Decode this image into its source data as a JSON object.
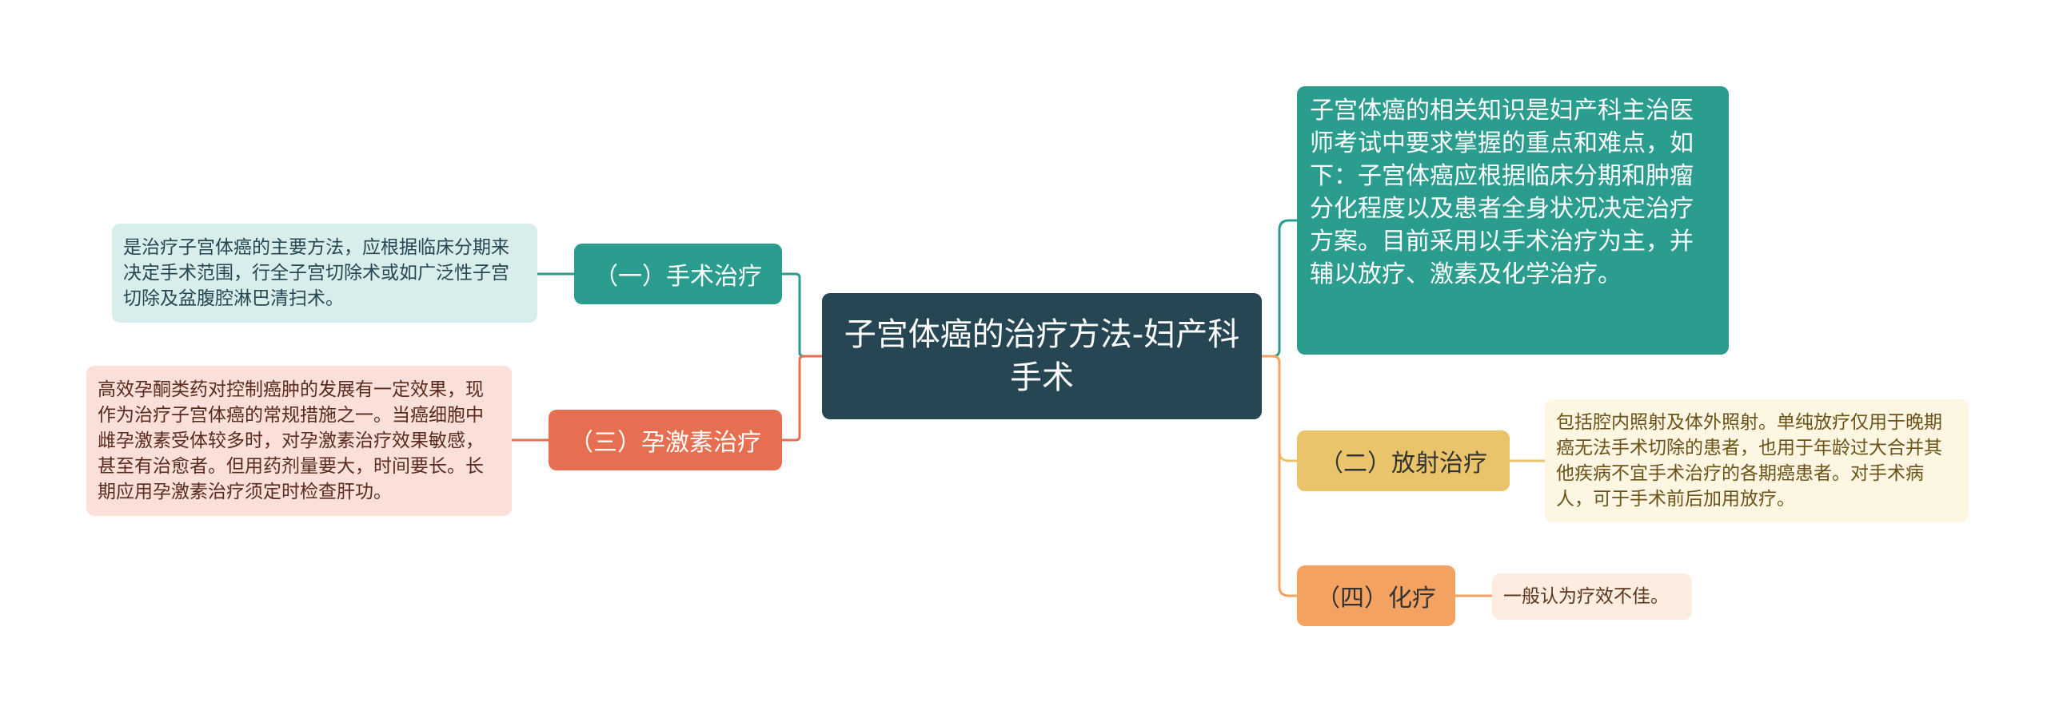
{
  "diagram": {
    "center": {
      "title": "子宫体癌的治疗方法-妇产科手术"
    },
    "intro": {
      "text": "子宫体癌的相关知识是妇产科主治医师考试中要求掌握的重点和难点，如下：子宫体癌应根据临床分期和肿瘤分化程度以及患者全身状况决定治疗方案。目前采用以手术治疗为主，并辅以放疗、激素及化学治疗。"
    },
    "branches": [
      {
        "title": "（一）手术治疗",
        "detail": "是治疗子宫体癌的主要方法，应根据临床分期来决定手术范围，行全子宫切除术或如广泛性子宫切除及盆腹腔淋巴清扫术。"
      },
      {
        "title": "（三）孕激素治疗",
        "detail": "高效孕酮类药对控制癌肿的发展有一定效果，现作为治疗子宫体癌的常规措施之一。当癌细胞中雌孕激素受体较多时，对孕激素治疗效果敏感，甚至有治愈者。但用药剂量要大，时间要长。长期应用孕激素治疗须定时检查肝功。"
      },
      {
        "title": "（二）放射治疗",
        "detail": "包括腔内照射及体外照射。单纯放疗仅用于晚期癌无法手术切除的患者，也用于年龄过大合并其他疾病不宜手术治疗的各期癌患者。对手术病人，可于手术前后加用放疗。"
      },
      {
        "title": "（四）化疗",
        "detail": "一般认为疗效不佳。"
      }
    ],
    "colors": {
      "center": "#264653",
      "teal": "#2a9d8f",
      "red": "#e76f51",
      "yellow": "#e9c46a",
      "orange": "#f4a261"
    }
  }
}
